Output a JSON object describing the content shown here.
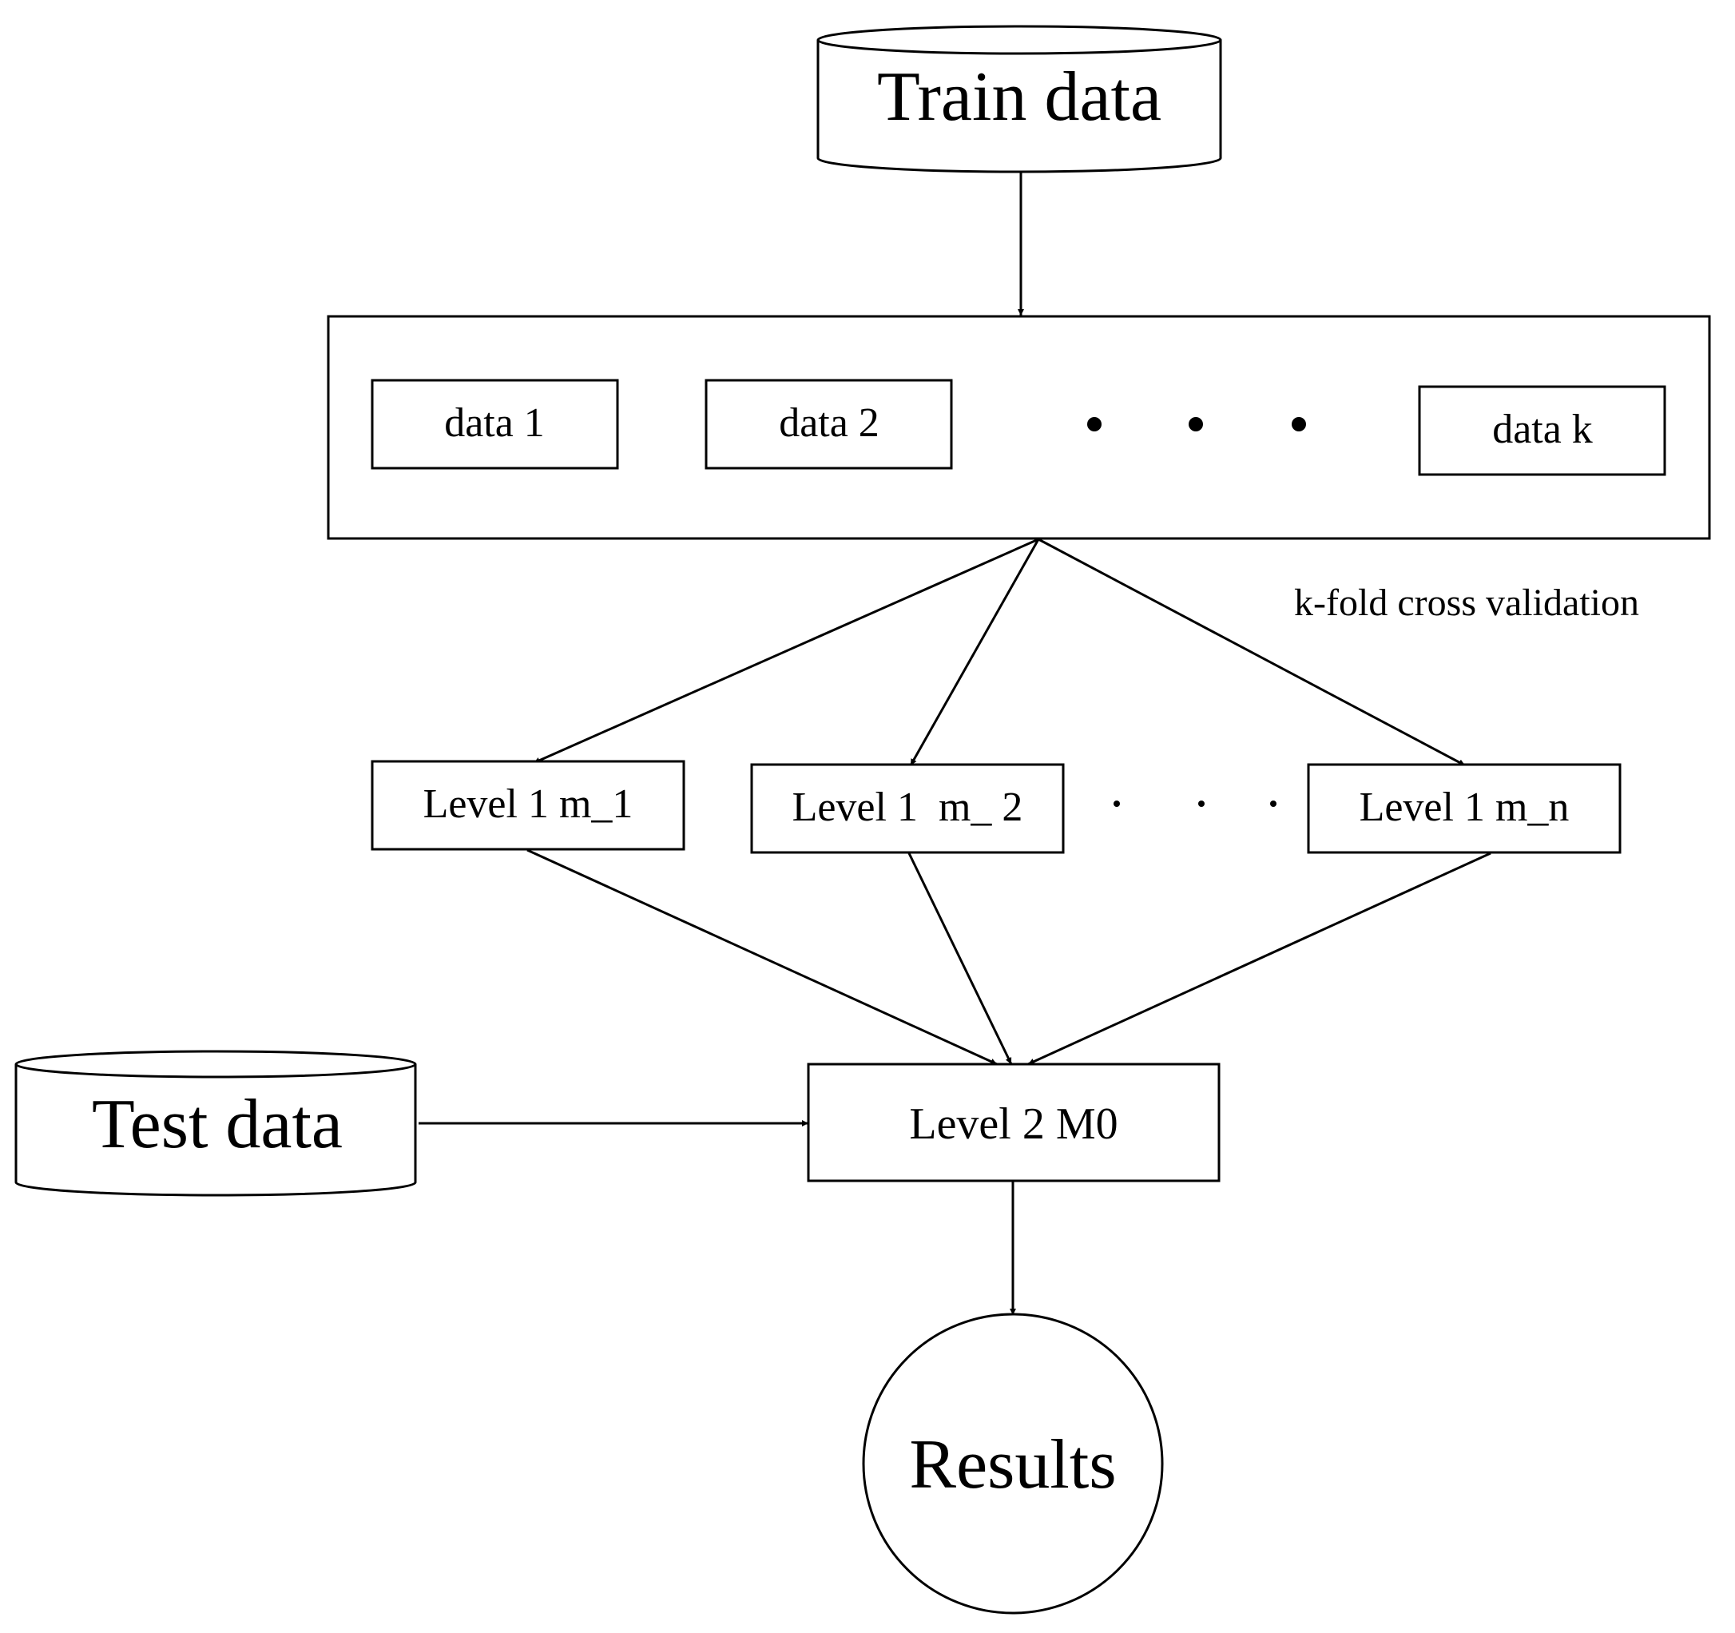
{
  "nodes": {
    "train_data": "Train data",
    "folds": [
      "data 1",
      "data 2",
      "data k"
    ],
    "level1_models": [
      "Level 1 m_1",
      "Level 1  m_ 2",
      "Level 1 m_n"
    ],
    "level2_model": "Level 2 M0",
    "test_data": "Test data",
    "results": "Results"
  },
  "annotations": {
    "cross_validation": "k-fold cross validation"
  }
}
